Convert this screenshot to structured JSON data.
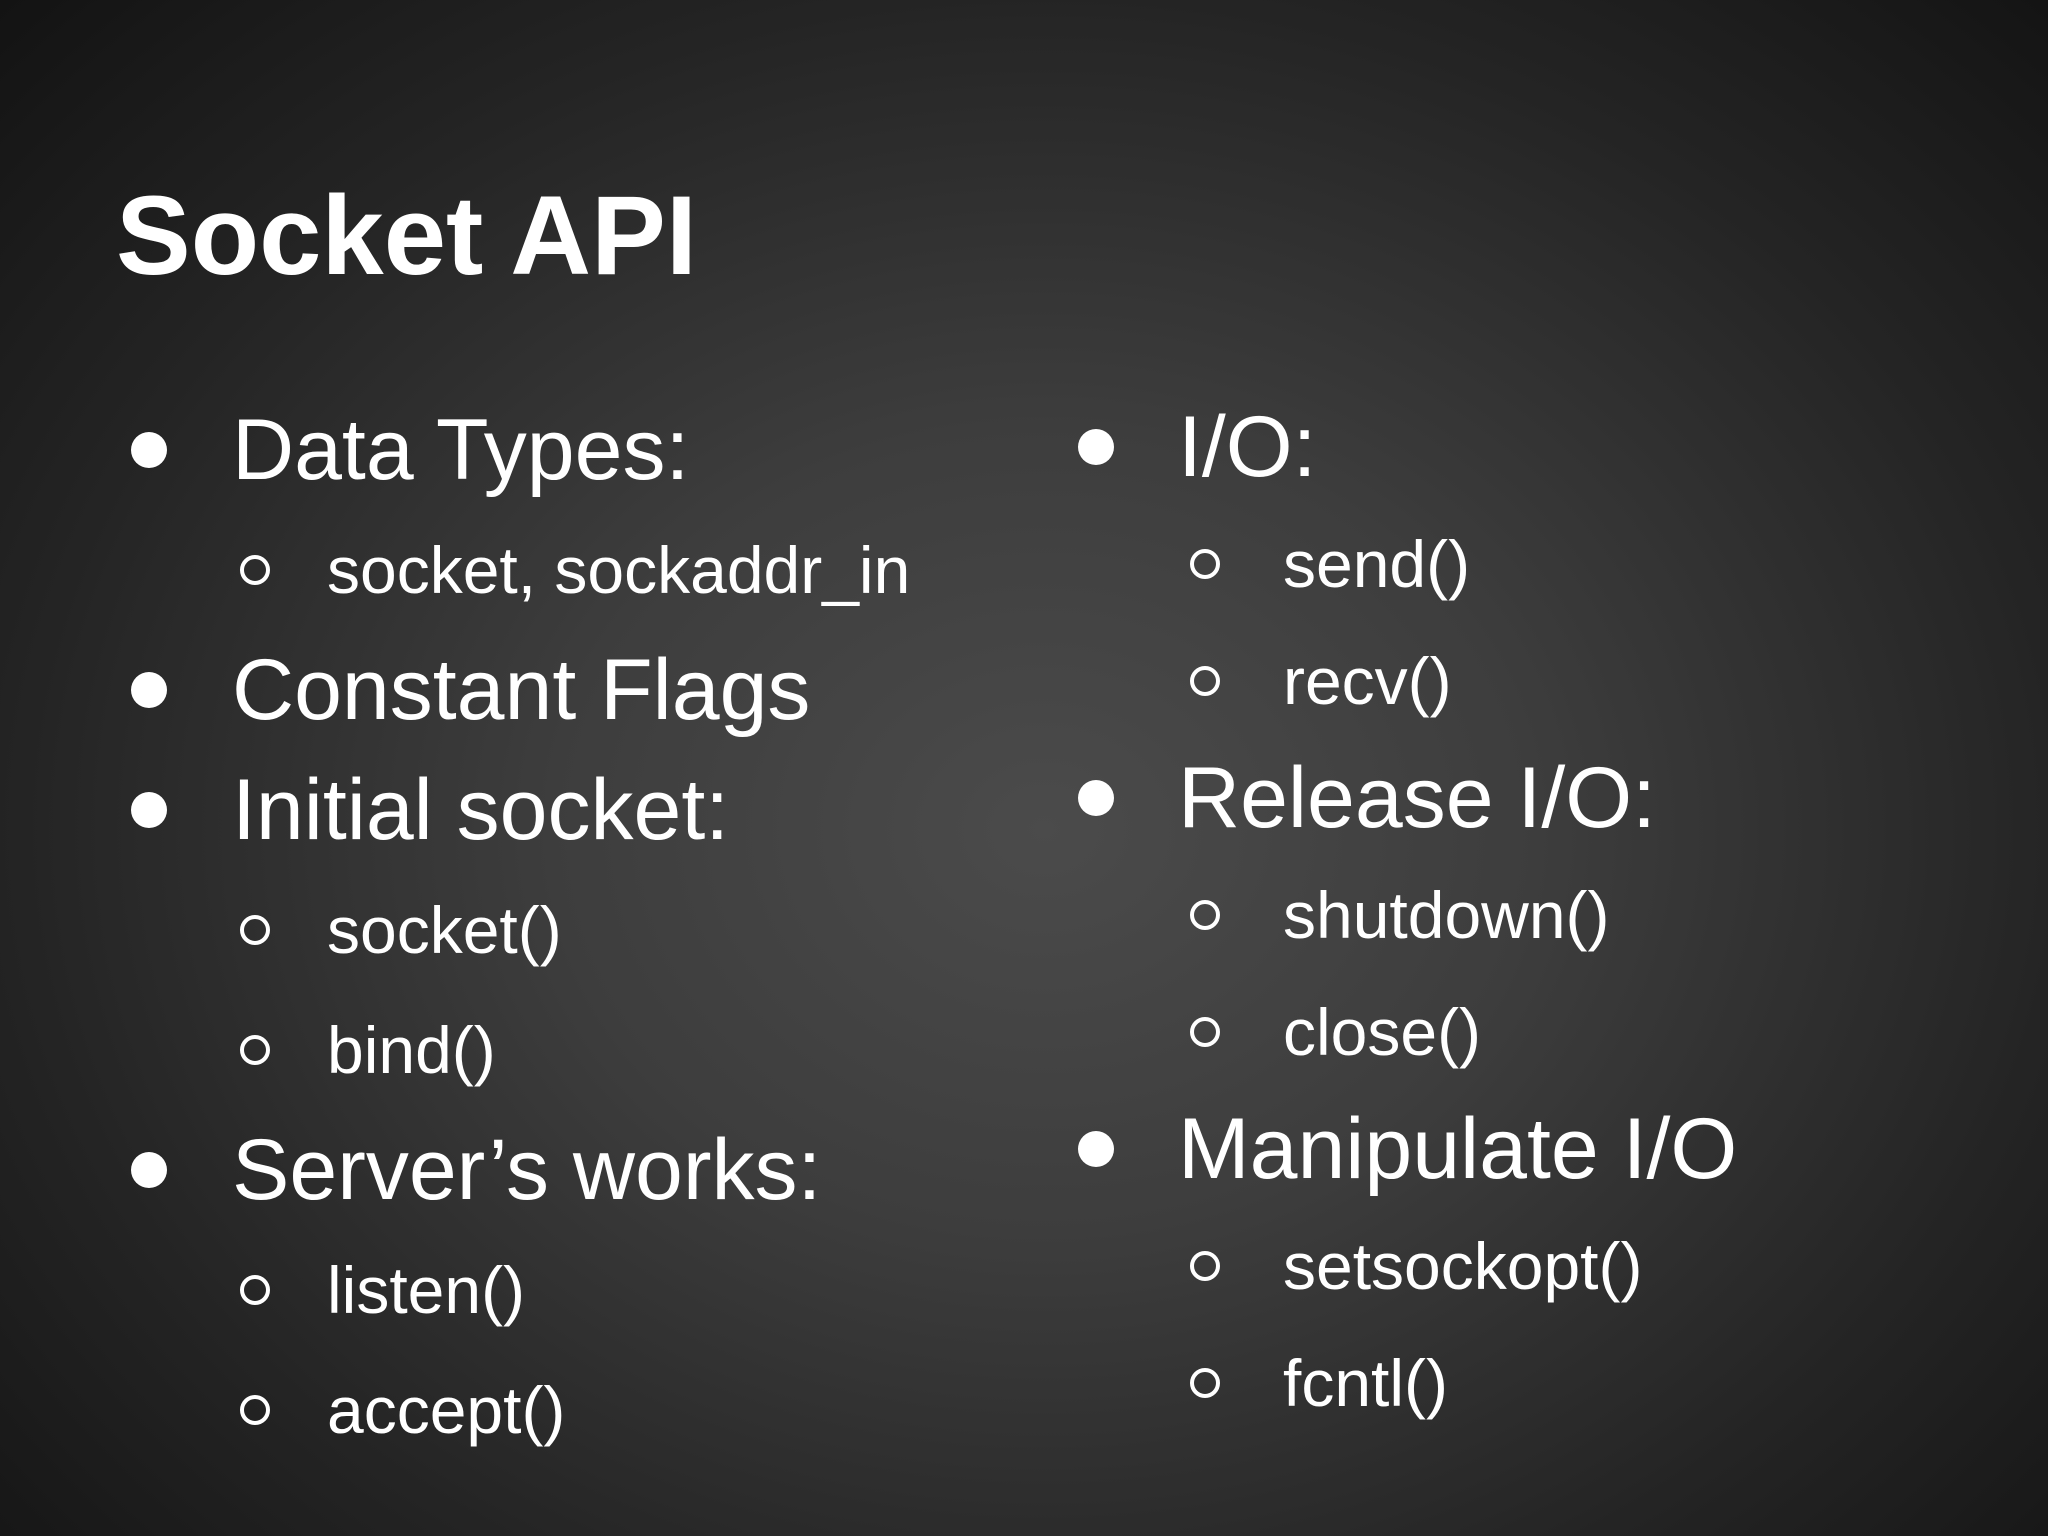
{
  "slide": {
    "title": "Socket API",
    "columns": [
      {
        "items": [
          {
            "level": 1,
            "text": "Data Types:"
          },
          {
            "level": 2,
            "text": "socket, sockaddr_in"
          },
          {
            "level": 1,
            "text": "Constant Flags"
          },
          {
            "level": 1,
            "text": "Initial socket:"
          },
          {
            "level": 2,
            "text": "socket()"
          },
          {
            "level": 2,
            "text": "bind()"
          },
          {
            "level": 1,
            "text": "Server’s works:"
          },
          {
            "level": 2,
            "text": "listen()"
          },
          {
            "level": 2,
            "text": "accept()"
          }
        ]
      },
      {
        "items": [
          {
            "level": 1,
            "text": "I/O:"
          },
          {
            "level": 2,
            "text": "send()"
          },
          {
            "level": 2,
            "text": "recv()"
          },
          {
            "level": 1,
            "text": "Release I/O:"
          },
          {
            "level": 2,
            "text": "shutdown()"
          },
          {
            "level": 2,
            "text": "close()"
          },
          {
            "level": 1,
            "text": "Manipulate I/O"
          },
          {
            "level": 2,
            "text": "setsockopt()"
          },
          {
            "level": 2,
            "text": "fcntl()"
          }
        ]
      }
    ],
    "colors": {
      "background_center": "#4b4b4b",
      "background_edge": "#0b0b0b",
      "text": "#ffffff"
    }
  }
}
